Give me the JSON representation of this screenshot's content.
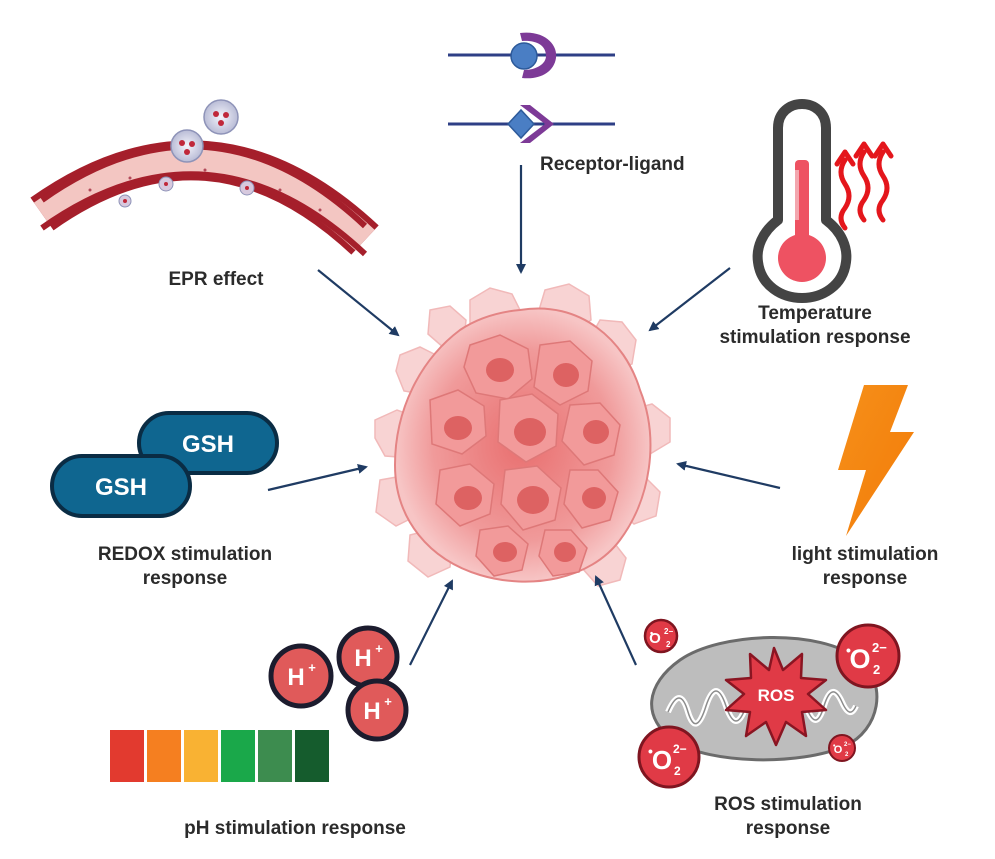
{
  "labels": {
    "receptor": "Receptor-ligand",
    "epr": "EPR effect",
    "temperature_line1": "Temperature",
    "temperature_line2": "stimulation response",
    "redox_line1": "REDOX stimulation",
    "redox_line2": "response",
    "light_line1": "light stimulation",
    "light_line2": "response",
    "ph": "pH stimulation response",
    "ros_line1": "ROS stimulation",
    "ros_line2": "response"
  },
  "glyphs": {
    "gsh": "GSH",
    "proton": "H",
    "proton_charge": "+",
    "ros": "ROS",
    "superoxide": "O",
    "superoxide_sub": "2",
    "superoxide_charge": "2−",
    "radical_dot": "•"
  },
  "ph_scale_colors": [
    "#e23a2f",
    "#f57f20",
    "#f9b233",
    "#1aa84a",
    "#3d8c4f",
    "#155c2d"
  ],
  "colors": {
    "arrow": "#1f3b63",
    "gsh_fill": "#0f6690",
    "proton_fill": "#e05a5a",
    "bolt": "#f5820d",
    "heat_waves": "#e4161c",
    "vessel": "#b3242f",
    "tumor": "#ef8b8b"
  },
  "icons": [
    "receptor-ligand-icon",
    "blood-vessel-icon",
    "nanoparticle-icon",
    "thermometer-icon",
    "heat-waves-icon",
    "gsh-capsule-icon",
    "lightning-bolt-icon",
    "proton-icon",
    "ph-scale-icon",
    "mitochondrion-icon",
    "ros-burst-icon",
    "superoxide-icon",
    "tumor-cluster-icon"
  ]
}
